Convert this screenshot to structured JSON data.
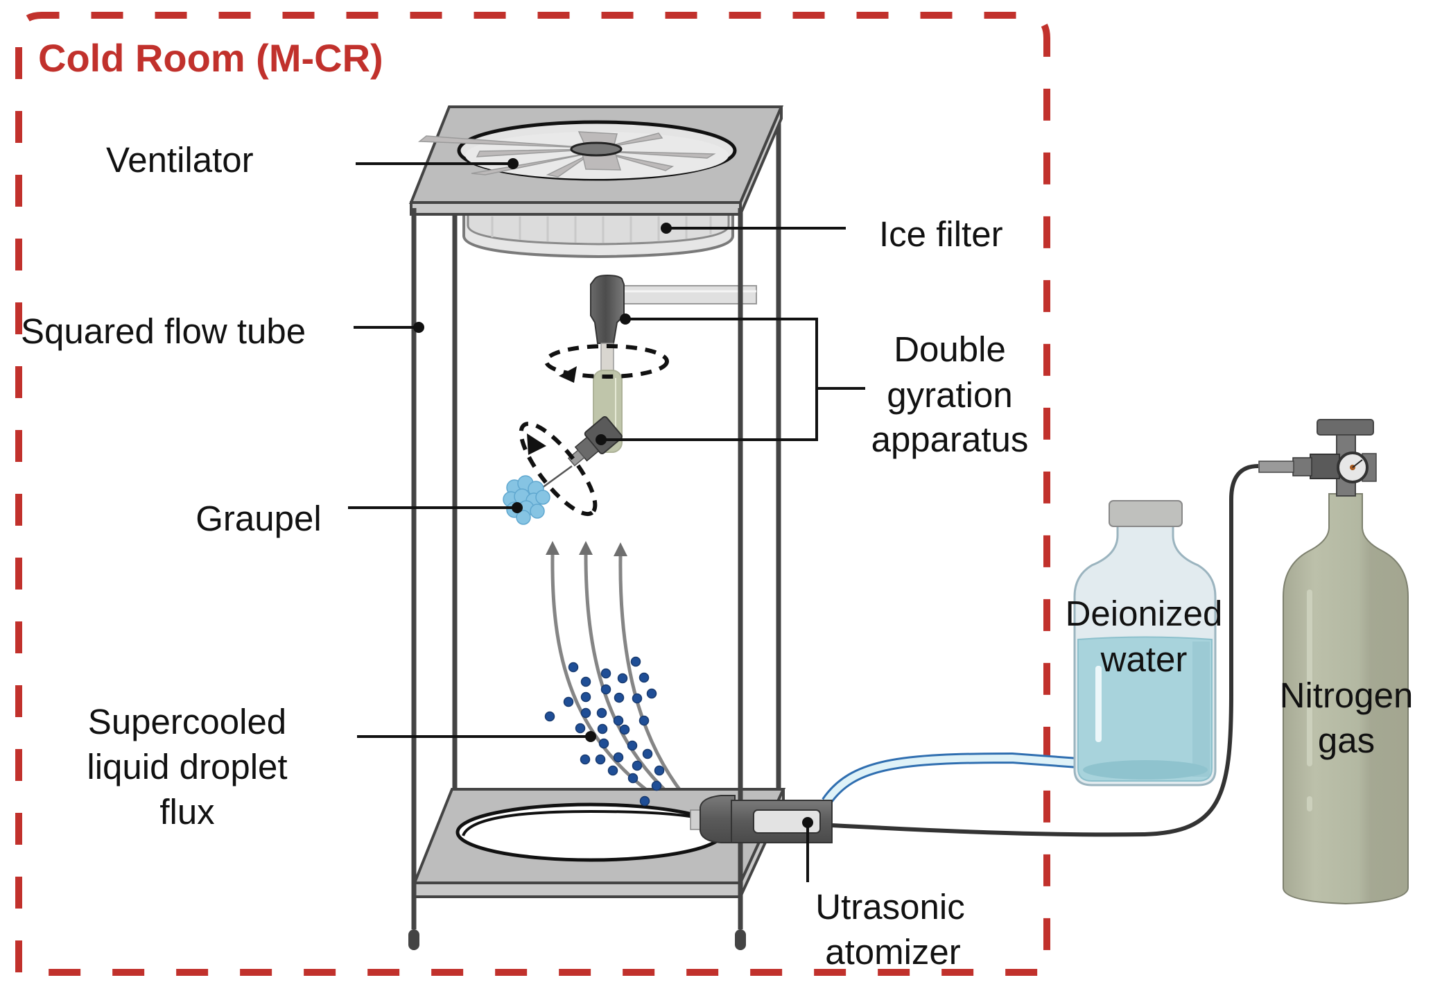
{
  "figure": {
    "title": "Cold Room (M-CR)",
    "colors": {
      "room_border": "#c1312c",
      "frame": "#444444",
      "plate": "#bdbdbd",
      "droplet": "#1f4e96",
      "graupel": "#7fc3e0",
      "water": "#a8d3dc",
      "gas_cylinder": "#b3b8a2"
    }
  },
  "labels": {
    "ventilator": "Ventilator",
    "ice_filter": "Ice filter",
    "squared_flow_tube": "Squared flow tube",
    "double_gyration": [
      "Double",
      "gyration",
      "apparatus"
    ],
    "graupel": "Graupel",
    "supercooled": [
      "Supercooled",
      "liquid droplet",
      "flux"
    ],
    "ultrasonic_atomizer": [
      "Utrasonic",
      "atomizer"
    ],
    "deionized_water": [
      "Deionized",
      "water"
    ],
    "nitrogen_gas": [
      "Nitrogen",
      "gas"
    ]
  },
  "icons": {
    "ventilator": "fan-icon",
    "ice_filter": "filter-icon",
    "flow_arrows": "arrow-up-icon",
    "rotation": "rotation-arrow-icon",
    "bottle": "bottle-icon",
    "gas_cylinder": "gas-cylinder-icon",
    "atomizer": "atomizer-icon"
  }
}
